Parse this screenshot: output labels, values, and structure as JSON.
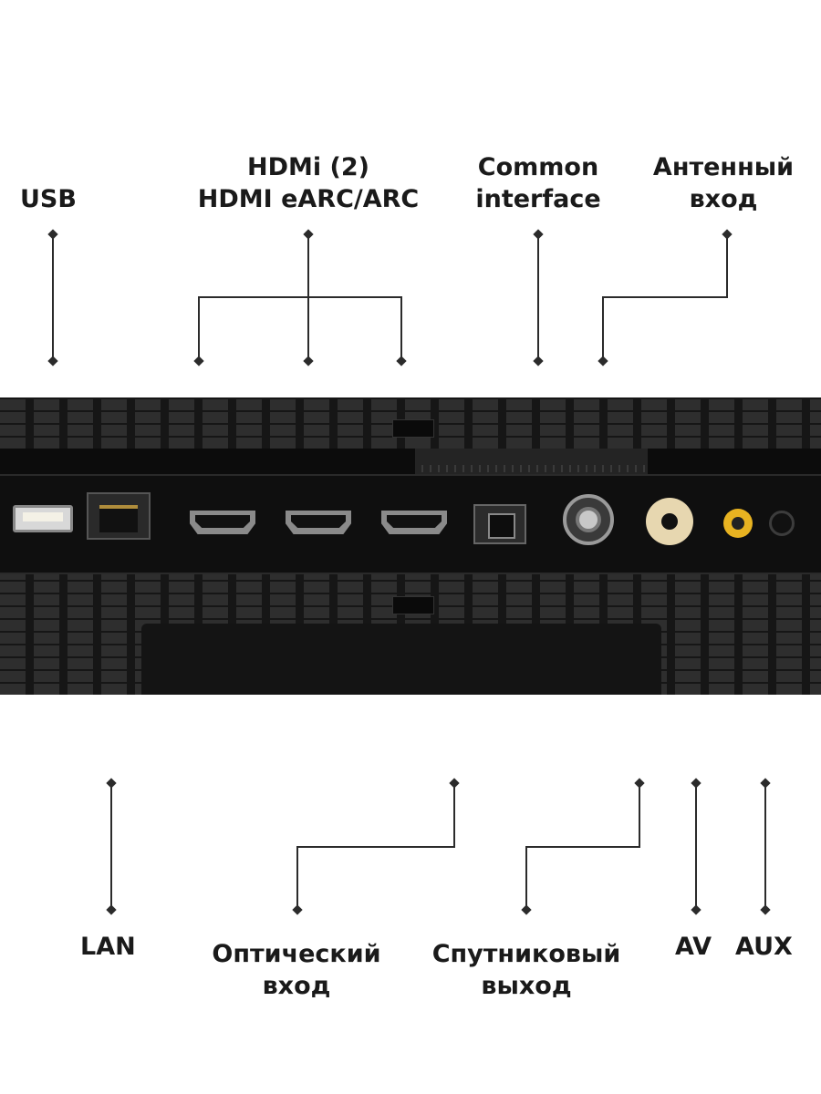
{
  "labels": {
    "usb": "USB",
    "hdmi_line1": "HDMi (2)",
    "hdmi_line2": "HDMI eARC/ARC",
    "ci_line1": "Common",
    "ci_line2": "interface",
    "antenna_line1": "Антенный",
    "antenna_line2": "вход",
    "lan": "LAN",
    "optical_line1": "Оптический",
    "optical_line2": "вход",
    "satellite_line1": "Спутниковый",
    "satellite_line2": "выход",
    "av": "AV",
    "aux": "AUX"
  },
  "colors": {
    "label_text": "#1a1a1a",
    "leader_line": "#2b2b2b",
    "panel_body": "#1e1e1e",
    "av_jack": "#e8b321",
    "satellite_jack": "#e7d7b0"
  }
}
